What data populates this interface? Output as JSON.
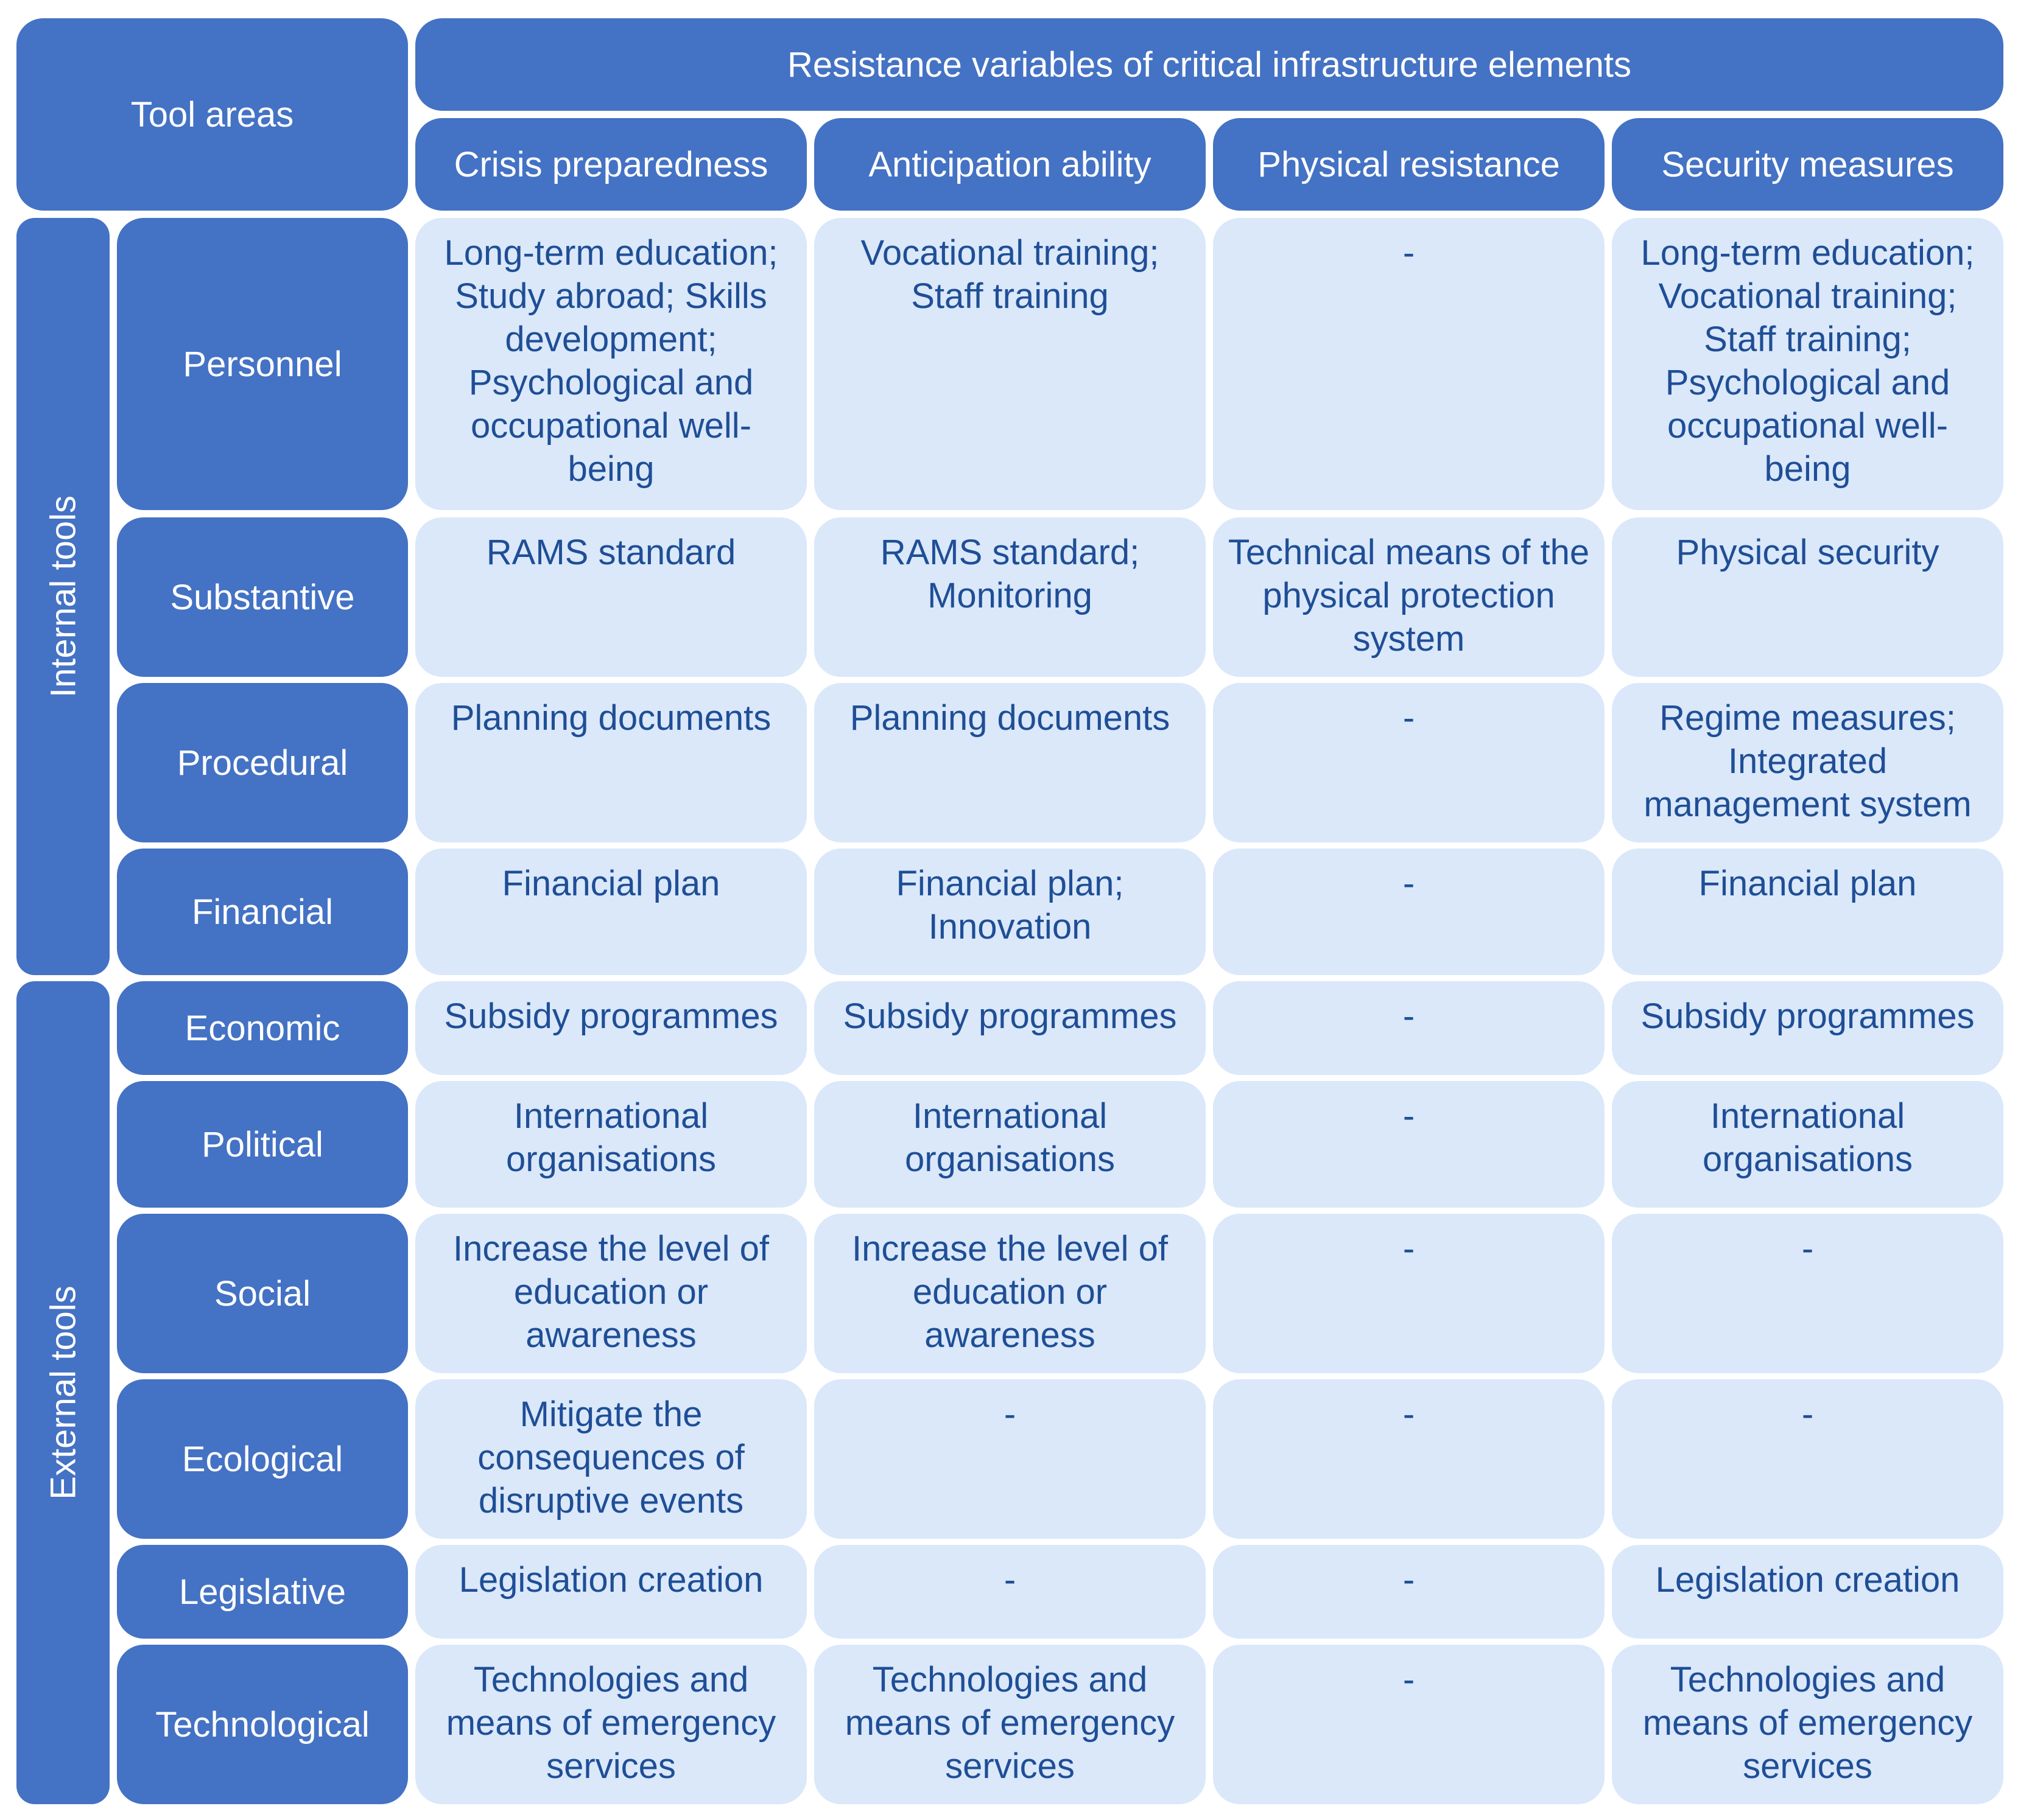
{
  "header": {
    "corner": "Tool areas",
    "title": "Resistance variables of critical infrastructure elements",
    "columns": [
      "Crisis preparedness",
      "Anticipation ability",
      "Physical resistance",
      "Security measures"
    ]
  },
  "groups": [
    {
      "label": "Internal tools",
      "rows": [
        0,
        1,
        2,
        3
      ]
    },
    {
      "label": "External tools",
      "rows": [
        4,
        5,
        6,
        7,
        8,
        9
      ]
    }
  ],
  "rows": [
    {
      "label": "Personnel",
      "cells": [
        "Long-term education; Study abroad; Skills development; Psychological and occupational well-being",
        "Vocational training; Staff training",
        "-",
        "Long-term education; Vocational training; Staff training; Psychological and occupational well-being"
      ]
    },
    {
      "label": "Substantive",
      "cells": [
        "RAMS standard",
        "RAMS standard; Monitoring",
        "Technical means of the physical protection system",
        "Physical security"
      ]
    },
    {
      "label": "Procedural",
      "cells": [
        "Planning documents",
        "Planning documents",
        "-",
        "Regime measures; Integrated management system"
      ]
    },
    {
      "label": "Financial",
      "cells": [
        "Financial plan",
        "Financial plan; Innovation",
        "-",
        "Financial plan"
      ]
    },
    {
      "label": "Economic",
      "cells": [
        "Subsidy programmes",
        "Subsidy programmes",
        "-",
        "Subsidy programmes"
      ]
    },
    {
      "label": "Political",
      "cells": [
        "International organisations",
        "International organisations",
        "-",
        "International organisations"
      ]
    },
    {
      "label": "Social",
      "cells": [
        "Increase the level of education or awareness",
        "Increase the level of education or awareness",
        "-",
        "-"
      ]
    },
    {
      "label": "Ecological",
      "cells": [
        "Mitigate the consequences of disruptive events",
        "-",
        "-",
        "-"
      ]
    },
    {
      "label": "Legislative",
      "cells": [
        "Legislation creation",
        "-",
        "-",
        "Legislation creation"
      ]
    },
    {
      "label": "Technological",
      "cells": [
        "Technologies and means of emergency services",
        "Technologies and means of emergency services",
        "-",
        "Technologies and means of emergency services"
      ]
    }
  ],
  "colors": {
    "header_fill": "#4472c4",
    "cell_fill": "#dae8fa",
    "cell_text": "#1f4e96",
    "header_text": "#ffffff"
  }
}
